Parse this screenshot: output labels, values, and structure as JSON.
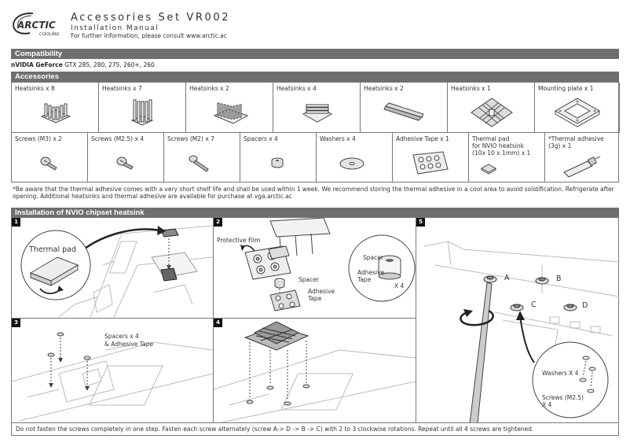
{
  "header": {
    "brand_logo_text": "ARCTIC COOLING",
    "title": "Accessories Set VR002",
    "subtitle": "Installation Manual",
    "info": "For further information, please consult www.arctic.ac"
  },
  "compatibility": {
    "heading": "Compatibility",
    "brand": "nVIDIA GeForce",
    "models": " GTX 285, 280, 275, 260+, 260"
  },
  "accessories": {
    "heading": "Accessories",
    "row1": [
      "Heatsinks x 8",
      "Heatsinks x 7",
      "Heatsinks x 2",
      "Heatsinks x 4",
      "Heatsinks x 2",
      "Heatsinks x 1",
      "Mounting plate x 1"
    ],
    "row2": [
      "Screws (M3) x 2",
      "Screws (M2.5) x 4",
      "Screws (M2) x 7",
      "Spacers x 4",
      "Washers x 4",
      "Adhesive Tape x 1"
    ],
    "thermal_pad": [
      "Thermal pad",
      "for NVIO heatsink",
      "(10x 10 x 1mm) x 1"
    ],
    "thermal_adhesive": [
      "*Thermal adhesive",
      "(3g) x 1"
    ],
    "note": "*Be aware that the thermal adhesive comes with a very short shelf life and shall be used within 1 week. We recommend storing the thermal adhesive in a cool area to avoid solidification. Refrigerate after opening. Additional heatsinks and thermal adhesive are available  for purchase at vga.arctic.ac"
  },
  "installation": {
    "heading": "Installation of NVIO chipset heatsink",
    "steps": [
      "1",
      "2",
      "3",
      "4",
      "5"
    ],
    "step1": {
      "thermal_pad": "Thermal pad"
    },
    "step2": {
      "protective_film": "Protective Film",
      "spacer": "Spacer",
      "adhesive_tape": [
        "Adhesive",
        "Tape"
      ],
      "inset_spacer": "Spacer",
      "inset_tape": [
        "Adhesive",
        "Tape"
      ],
      "inset_qty": "X 4"
    },
    "step3": {
      "spacers": "Spacers x 4",
      "tape": "& Adhesive Tape"
    },
    "step5": {
      "screws": [
        "A",
        "B",
        "C",
        "D"
      ],
      "washers": "Washers X 4",
      "screws_m25": "Screws (M2.5)",
      "screws_qty": "X 4"
    }
  },
  "footer": "Do not fasten the screws completely in one step. Fasten each screw alternately (screw A-> D -> B -> C) with 2 to 3 clockwise rotations. Repeat until all 4 screws are tightened.",
  "colors": {
    "bar": "#6f6f6f",
    "border": "#777777"
  }
}
